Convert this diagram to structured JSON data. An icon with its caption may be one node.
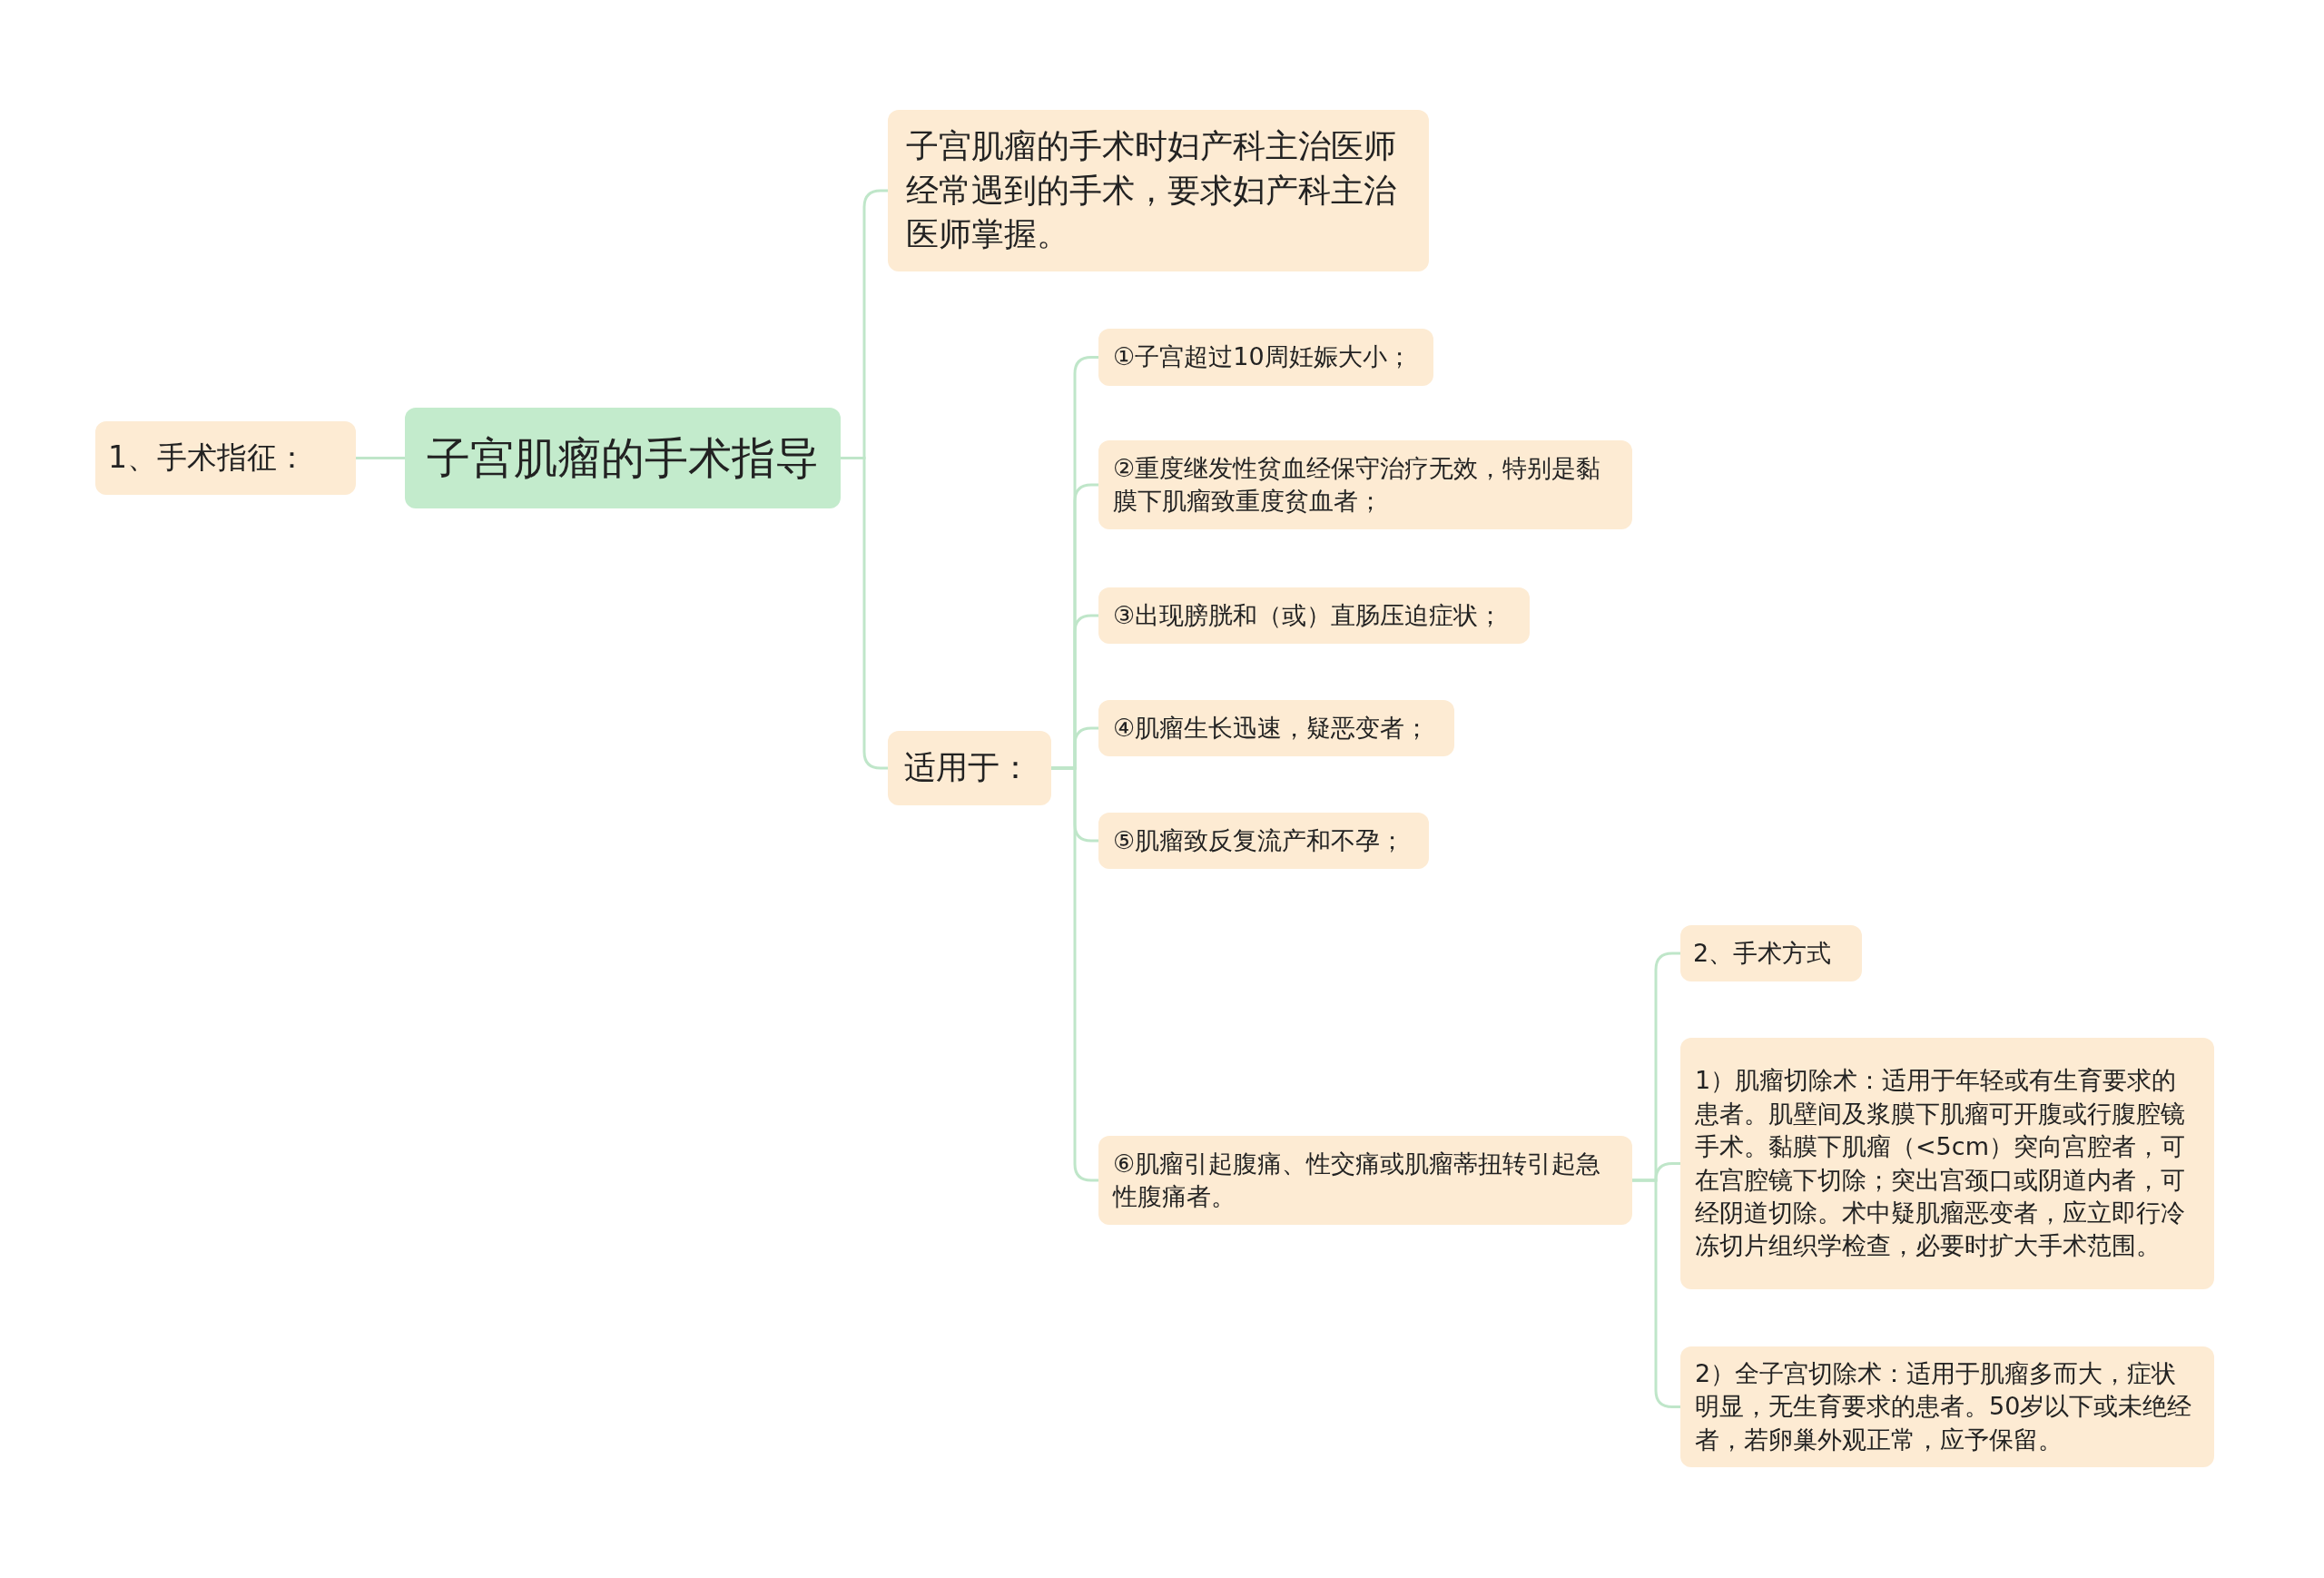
{
  "diagram": {
    "nodes": [
      {
        "text": [
          "子宫肌瘤的手术指导"
        ]
      },
      {
        "text": [
          "1、手术指征："
        ]
      },
      {
        "text": [
          "子宫肌瘤的手术时妇产科主治医师经常遇到的手术，要求妇产科主治医师掌握。"
        ]
      },
      {
        "text": [
          "适用于："
        ]
      },
      {
        "text": [
          "①子宫超过10周妊娠大小；"
        ]
      },
      {
        "text": [
          "②重度继发性贫血经保守治疗无效，特别是黏膜下肌瘤致重度贫血者；"
        ]
      },
      {
        "text": [
          "③出现膀胱和（或）直肠压迫症状；"
        ]
      },
      {
        "text": [
          "④肌瘤生长迅速，疑恶变者；"
        ]
      },
      {
        "text": [
          "⑤肌瘤致反复流产和不孕；"
        ]
      },
      {
        "text": [
          "⑥肌瘤引起腹痛、性交痛或肌瘤蒂扭转引起急性腹痛者。"
        ]
      },
      {
        "text": [
          "2、手术方式"
        ]
      },
      {
        "text": [
          "1）肌瘤切除术：适用于年轻或有生育要求的患者。肌壁间及浆膜下肌瘤可开腹或行腹腔镜手术。黏膜下肌瘤（<5cm）突向宫腔者，可在宫腔镜下切除；突出宫颈口或阴道内者，可经阴道切除。术中疑肌瘤恶变者，应立即行冷冻切片组织学检查，必要时扩大手术范围。"
        ]
      },
      {
        "text": [
          "2）全子宫切除术：适用于肌瘤多而大，症状明显，无生育要求的患者。50岁以下或未绝经者，若卵巢外观正常，应予保留。"
        ]
      }
    ],
    "edges": [
      {
        "from": 0,
        "to": 1,
        "arrow": "none"
      },
      {
        "from": 0,
        "to": 2,
        "arrow": "none"
      },
      {
        "from": 0,
        "to": 3,
        "arrow": "none"
      },
      {
        "from": 3,
        "to": 4,
        "arrow": "none"
      },
      {
        "from": 3,
        "to": 5,
        "arrow": "none"
      },
      {
        "from": 3,
        "to": 6,
        "arrow": "none"
      },
      {
        "from": 3,
        "to": 7,
        "arrow": "none"
      },
      {
        "from": 3,
        "to": 8,
        "arrow": "none"
      },
      {
        "from": 3,
        "to": 9,
        "arrow": "none"
      },
      {
        "from": 9,
        "to": 10,
        "arrow": "none"
      },
      {
        "from": 9,
        "to": 11,
        "arrow": "none"
      },
      {
        "from": 9,
        "to": 12,
        "arrow": "none"
      }
    ]
  }
}
